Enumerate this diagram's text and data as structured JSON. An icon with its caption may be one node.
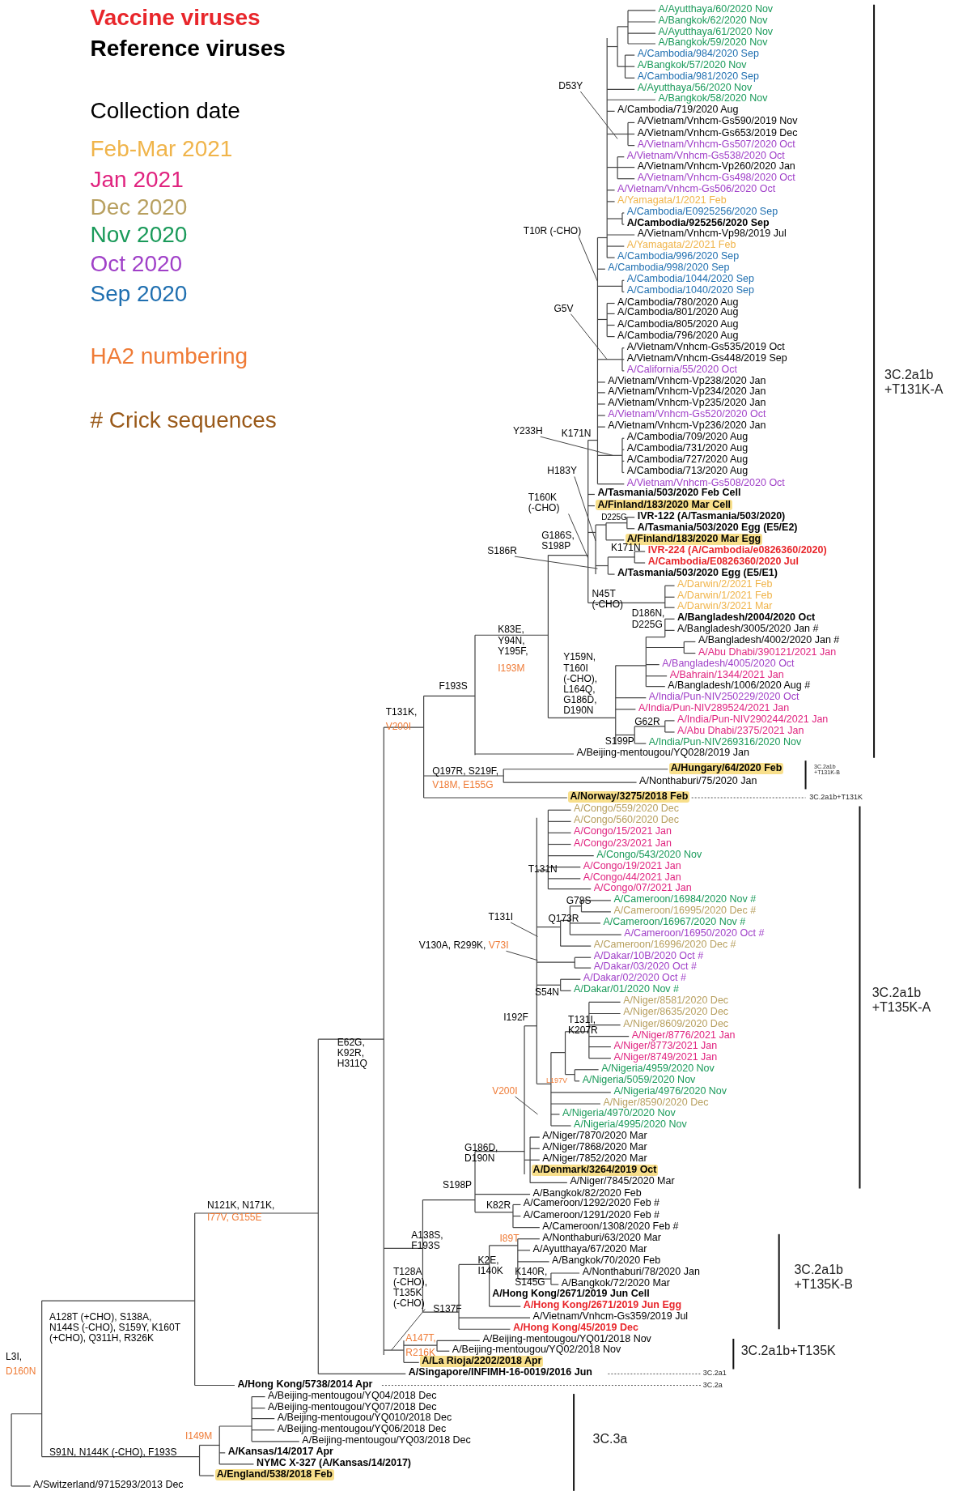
{
  "diagram": {
    "nodes": [
      {
        "text": [
          "D53Y"
        ]
      },
      {
        "text": [
          "T10R (-CHO)"
        ]
      },
      {
        "text": [
          "G5V"
        ]
      },
      {
        "text": [
          "Y233H"
        ]
      },
      {
        "text": [
          "H183Y"
        ]
      },
      {
        "text": [
          "T160K (-CHO)"
        ]
      },
      {
        "text": [
          "S186R"
        ]
      },
      {
        "text": [
          "T131I"
        ]
      },
      {
        "text": [
          "V130A, R299K,",
          "V73I"
        ]
      },
      {
        "text": [
          "V200I"
        ]
      },
      {
        "text": [
          "T128A (-CHO), T135K (-CHO)"
        ]
      }
    ],
    "edges": [
      {
        "from": 0,
        "to": null,
        "arrow": "none"
      },
      {
        "from": 1,
        "to": null,
        "arrow": "none"
      },
      {
        "from": 2,
        "to": null,
        "arrow": "none"
      },
      {
        "from": 3,
        "to": null,
        "arrow": "none"
      },
      {
        "from": 4,
        "to": null,
        "arrow": "none"
      },
      {
        "from": 5,
        "to": null,
        "arrow": "none"
      },
      {
        "from": 6,
        "to": null,
        "arrow": "none"
      },
      {
        "from": 7,
        "to": null,
        "arrow": "none"
      },
      {
        "from": 8,
        "to": null,
        "arrow": "none"
      },
      {
        "from": 9,
        "to": null,
        "arrow": "none"
      },
      {
        "from": 10,
        "to": null,
        "arrow": "none"
      }
    ],
    "labels": [
      "Collection date",
      "A/Ayutthaya/60/2020 Nov",
      "A/Bangkok/62/2020 Nov",
      "A/Ayutthaya/61/2020 Nov",
      "A/Bangkok/59/2020 Nov",
      "A/Cambodia/984/2020 Sep",
      "A/Bangkok/57/2020 Nov",
      "A/Cambodia/981/2020 Sep",
      "A/Ayutthaya/56/2020 Nov",
      "A/Bangkok/58/2020 Nov",
      "A/Cambodia/719/2020 Aug",
      "A/Vietnam/Vnhcm-Gs590/2019 Nov",
      "A/Vietnam/Vnhcm-Gs653/2019 Dec",
      "A/Vietnam/Vnhcm-Gs507/2020 Oct",
      "A/Vietnam/Vnhcm-Gs538/2020 Oct",
      "A/Vietnam/Vnhcm-Vp260/2020 Jan",
      "A/Vietnam/Vnhcm-Gs498/2020 Oct",
      "A/Vietnam/Vnhcm-Gs506/2020 Oct",
      "A/Yamagata/1/2021 Feb",
      "A/Cambodia/E0925256/2020 Sep",
      "A/Cambodia/925256/2020 Sep",
      "A/Vietnam/Vnhcm-Vp98/2019 Jul",
      "A/Yamagata/2/2021 Feb",
      "A/Cambodia/996/2020 Sep",
      "A/Cambodia/998/2020 Sep",
      "A/Cambodia/1044/2020 Sep",
      "A/Cambodia/1040/2020 Sep",
      "A/Cambodia/780/2020 Aug",
      "A/Cambodia/801/2020 Aug",
      "A/Cambodia/805/2020 Aug",
      "A/Cambodia/796/2020 Aug",
      "A/Vietnam/Vnhcm-Gs535/2019 Oct",
      "A/Vietnam/Vnhcm-Gs448/2019 Sep",
      "A/California/55/2020 Oct",
      "A/Vietnam/Vnhcm-Vp238/2020 Jan",
      "A/Vietnam/Vnhcm-Vp234/2020 Jan",
      "A/Vietnam/Vnhcm-Vp235/2020 Jan",
      "A/Vietnam/Vnhcm-Gs520/2020 Oct",
      "A/Vietnam/Vnhcm-Vp236/2020 Jan",
      "A/Cambodia/709/2020 Aug",
      "A/Cambodia/731/2020 Aug",
      "A/Cambodia/727/2020 Aug",
      "A/Cambodia/713/2020 Aug",
      "A/Vietnam/Vnhcm-Gs508/2020 Oct",
      "A/Tasmania/503/2020 Feb Cell",
      "A/Finland/183/2020 Mar Cell",
      "IVR-122 (A/Tasmania/503/2020)",
      "A/Tasmania/503/2020 Egg (E5/E2)",
      "A/Finland/183/2020 Mar Egg",
      "IVR-224 (A/Cambodia/e0826360/2020)",
      "A/Cambodia/E0826360/2020 Jul",
      "A/Tasmania/503/2020 Egg (E5/E1)",
      "A/Darwin/2/2021 Feb",
      "A/Darwin/1/2021 Feb",
      "A/Darwin/3/2021 Mar",
      "A/Bangladesh/2004/2020 Oct",
      "A/Bangladesh/3005/2020 Jan #",
      "A/Bangladesh/4002/2020 Jan #",
      "A/Abu Dhabi/390121/2021 Jan",
      "A/Bangladesh/4005/2020 Oct",
      "A/Bahrain/1344/2021 Jan",
      "A/Bangladesh/1006/2020 Aug #",
      "A/India/Pun-NIV250229/2020 Oct",
      "A/India/Pun-NIV289524/2021 Jan",
      "A/India/Pun-NIV290244/2021 Jan",
      "A/Abu Dhabi/2375/2021 Jan",
      "A/India/Pun-NIV269316/2020 Nov",
      "A/Beijing-mentougou/YQ028/2019 Jan",
      "A/Hungary/64/2020 Feb",
      "A/Nonthaburi/75/2020 Jan",
      "A/Norway/3275/2018 Feb",
      "A/Congo/559/2020 Dec",
      "A/Congo/560/2020 Dec",
      "A/Congo/15/2021 Jan",
      "A/Congo/23/2021 Jan",
      "A/Congo/543/2020 Nov",
      "A/Congo/19/2021 Jan",
      "A/Congo/44/2021 Jan",
      "A/Congo/07/2021 Jan",
      "A/Cameroon/16984/2020 Nov #",
      "A/Cameroon/16995/2020 Dec #",
      "A/Cameroon/16967/2020 Nov #",
      "A/Cameroon/16950/2020 Oct #",
      "A/Cameroon/16996/2020 Dec #",
      "A/Dakar/10B/2020 Oct #",
      "A/Dakar/03/2020 Oct #",
      "A/Dakar/02/2020 Oct #",
      "A/Dakar/01/2020 Nov #",
      "A/Niger/8581/2020 Dec",
      "A/Niger/8635/2020 Dec",
      "A/Niger/8609/2020 Dec",
      "A/Niger/8776/2021 Jan",
      "A/Niger/8773/2021 Jan",
      "A/Niger/8749/2021 Jan",
      "A/Nigeria/4959/2020 Nov",
      "A/Nigeria/5059/2020 Nov",
      "A/Nigeria/4976/2020 Nov",
      "A/Niger/8590/2020 Dec",
      "A/Nigeria/4970/2020 Nov",
      "A/Nigeria/4995/2020 Nov",
      "A/Niger/7870/2020 Mar",
      "A/Niger/7868/2020 Mar",
      "A/Niger/7852/2020 Mar",
      "A/Denmark/3264/2019 Oct",
      "A/Niger/7845/2020 Mar",
      "A/Bangkok/82/2020 Feb",
      "A/Cameroon/1292/2020 Feb #",
      "A/Cameroon/1291/2020 Feb #",
      "A/Cameroon/1308/2020 Feb #",
      "A/Nonthaburi/63/2020 Mar",
      "A/Ayutthaya/67/2020 Mar",
      "A/Bangkok/70/2020 Feb",
      "A/Nonthaburi/78/2020 Jan",
      "A/Bangkok/72/2020 Mar",
      "A/Hong Kong/2671/2019 Jun Cell",
      "A/Hong Kong/2671/2019 Jun Egg",
      "A/Vietnam/Vnhcm-Gs359/2019 Jul",
      "A/Hong Kong/45/2019 Dec",
      "A/Beijing-mentougou/YQ01/2018 Nov",
      "A/Beijing-mentougou/YQ02/2018 Nov",
      "A/La Rioja/2202/2018 Apr",
      "A/Singapore/INFIMH-16-0019/2016 Jun",
      "A/Hong Kong/5738/2014 Apr",
      "A/Beijing-mentougou/YQ04/2018 Dec",
      "A/Beijing-mentougou/YQ07/2018 Dec",
      "A/Beijing-mentougou/YQ010/2018 Dec",
      "A/Beijing-mentougou/YQ06/2018 Dec",
      "A/Beijing-mentougou/YQ03/2018 Dec",
      "A/Kansas/14/2017 Apr",
      "NYMC X-327 (A/Kansas/14/2017)",
      "A/England/538/2018 Feb",
      "A/Switzerland/9715293/2013 Dec",
      "K171N",
      "D225G",
      "G186S, S198P",
      "K171N",
      "N45T (-CHO)",
      "D186N, D225G",
      "K83E, Y94N, Y195F,",
      "Y159N, T160I (-CHO), L164Q, G186D, D190N",
      "I193M",
      "F193S",
      "T131K,",
      "G62R",
      "V200I",
      "S199P",
      "Q197R, S219F,",
      "V18M, E155G",
      "T131N",
      "G78S",
      "Q173R",
      "S54N",
      "I192F",
      "T131I, K207R",
      "E62G, K92R, H311Q",
      "L197V",
      "G186D, D190N",
      "S198P",
      "N121K, N171K,",
      "K82R",
      "I77V, G155E",
      "A138S, F193S",
      "I89T",
      "K2E, I140K",
      "K140R, S145G",
      "S137F",
      "A128T (+CHO), S138A, N144S (-CHO), S159Y, K160T (+CHO), Q311H, R326K",
      "A147T,",
      "R216K",
      "L3I,",
      "D160N",
      "I149M",
      "S91N, N144K (-CHO), F193S",
      "3C.2a1b +T131K-A",
      "3C.2a1b +T131K-B",
      "3C.2a1b+T131K",
      "3C.2a1b +T135K-A",
      "3C.2a1b +T135K-B",
      "3C.2a1b+T135K",
      "3C.2a1",
      "3C.2a",
      "3C.3a"
    ],
    "legend": [
      {
        "text": "Vaccine viruses",
        "color": "#e8262b"
      },
      {
        "text": "Reference viruses",
        "color": "#000000"
      },
      {
        "text": "Feb-Mar 2021",
        "color": "#f0b44a"
      },
      {
        "text": "Jan 2021",
        "color": "#e0237f"
      },
      {
        "text": "Dec 2020",
        "color": "#b8a060"
      },
      {
        "text": "Nov 2020",
        "color": "#1a9a5a"
      },
      {
        "text": "Oct 2020",
        "color": "#a040c8"
      },
      {
        "text": "Sep 2020",
        "color": "#1f6fb0"
      },
      {
        "text": "HA2 numbering",
        "color": "#ef7b36"
      },
      {
        "text": "# Crick sequences",
        "color": "#9a5a1a"
      }
    ]
  }
}
